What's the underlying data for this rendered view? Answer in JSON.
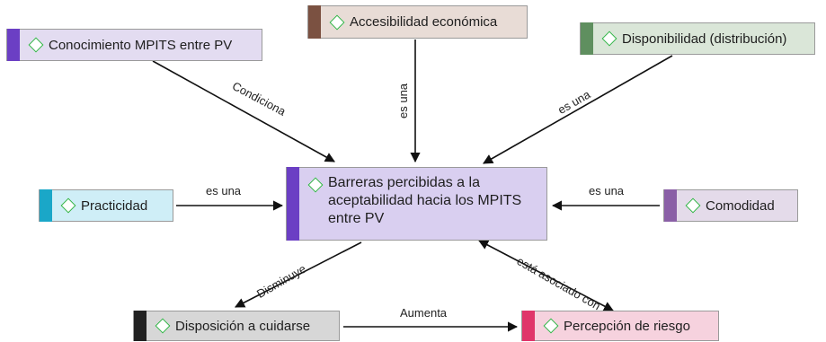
{
  "nodes": {
    "conocimiento": {
      "label": "Conocimiento MPITS entre PV",
      "bar_color": "#6b3fc4",
      "fill_color": "#e3dcf1"
    },
    "accesibilidad": {
      "label": "Accesibilidad económica",
      "bar_color": "#7b5141",
      "fill_color": "#e8dcd6"
    },
    "disponibilidad": {
      "label": "Disponibilidad (distribución)",
      "bar_color": "#5f8f5f",
      "fill_color": "#dae6d8"
    },
    "barreras": {
      "label": "Barreras percibidas a la aceptabilidad hacia los MPITS entre PV",
      "bar_color": "#6b3fc4",
      "fill_color": "#d9cff0"
    },
    "practicidad": {
      "label": "Practicidad",
      "bar_color": "#1aa7c8",
      "fill_color": "#cfeef7"
    },
    "comodidad": {
      "label": "Comodidad",
      "bar_color": "#8a5fa6",
      "fill_color": "#e4dbea"
    },
    "disposicion": {
      "label": "Disposición a cuidarse",
      "bar_color": "#222222",
      "fill_color": "#d7d7d7"
    },
    "percepcion": {
      "label": "Percepción de riesgo",
      "bar_color": "#e0356a",
      "fill_color": "#f6d2de"
    }
  },
  "edges": {
    "condiciona": "Condiciona",
    "es_una_accesibilidad": "es una",
    "es_una_disponibilidad": "es una",
    "es_una_practicidad": "es una",
    "es_una_comodidad": "es una",
    "disminuye": "Disminuye",
    "aumenta": "Aumenta",
    "asociado": "está asociado con"
  },
  "icon": "concept-diamond-icon"
}
